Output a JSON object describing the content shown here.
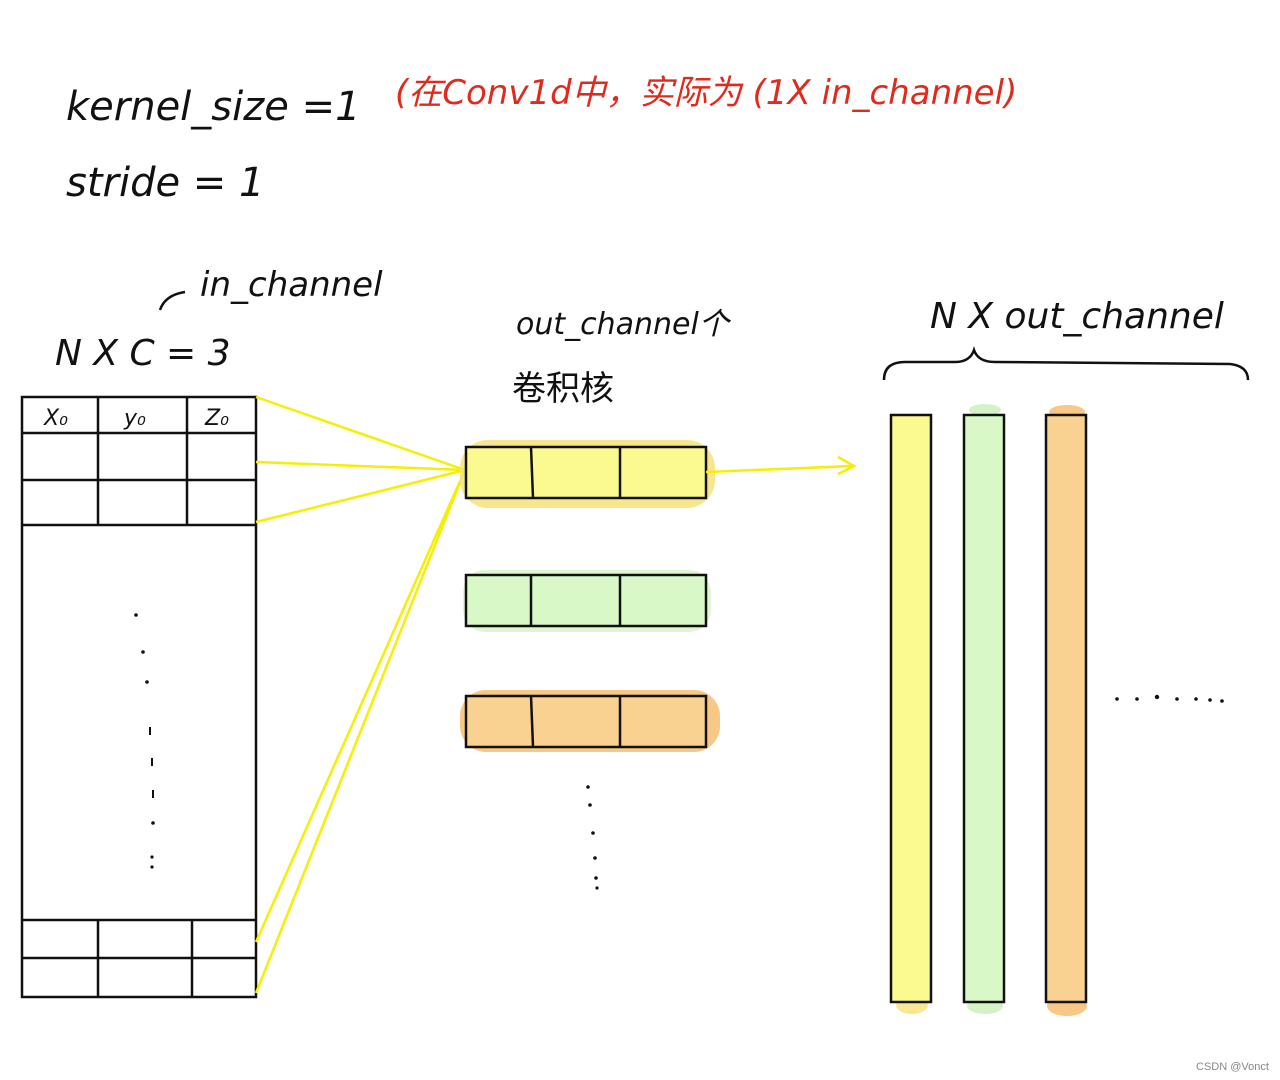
{
  "annotations": {
    "kernel_size": "kernel_size =1",
    "kernel_note": "(在Conv1d中，实际为 (1X in_channel)",
    "stride": "stride = 1",
    "input_shape": "N X C = 3",
    "in_channel": "in_channel",
    "kernels_count": "out_channel个",
    "kernels_label": "卷积核",
    "output_shape": "N X out_channel"
  },
  "input_matrix": {
    "header_cells": [
      "X₀",
      "y₀",
      "Z₀"
    ]
  },
  "kernels": [
    {
      "name": "kernel-1",
      "color": "#fafa90",
      "glow": "#f6e27a"
    },
    {
      "name": "kernel-2",
      "color": "#d8f8c8",
      "glow": "#c9efb8"
    },
    {
      "name": "kernel-3",
      "color": "#f9d190",
      "glow": "#f7c27a"
    }
  ],
  "output_columns": [
    {
      "name": "output-col-1",
      "color": "#fafa90"
    },
    {
      "name": "output-col-2",
      "color": "#d8f8c8"
    },
    {
      "name": "output-col-3",
      "color": "#f9d190"
    }
  ],
  "colors": {
    "connector": "#f4f000",
    "ink": "#111111",
    "note": "#e02a1d"
  },
  "watermark": "CSDN @Vonct"
}
